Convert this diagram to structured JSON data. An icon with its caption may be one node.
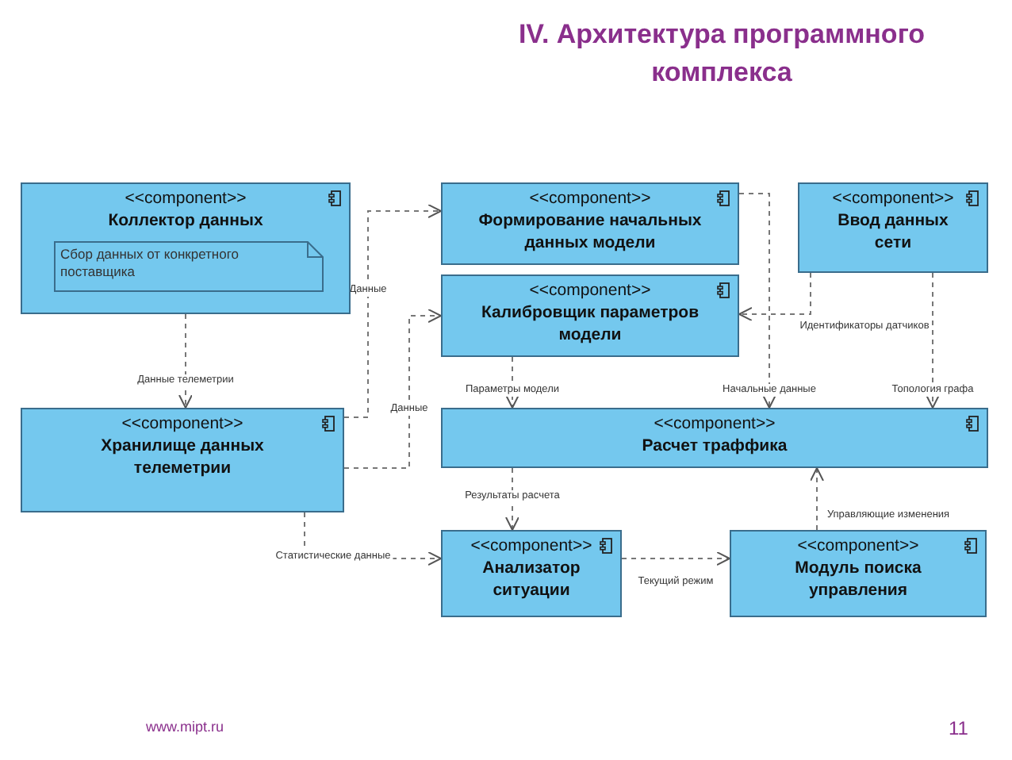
{
  "diagram": {
    "title": "IV. Архитектура программного комплекса",
    "nodes": [
      {
        "text": [
          "<<component>>",
          "Коллектор данных"
        ]
      },
      {
        "text": [
          "Сбор данных от конкретного поставщика"
        ],
        "in": 0
      },
      {
        "text": [
          "<<component>>",
          "Формирование начальных данных модели"
        ]
      },
      {
        "text": [
          "<<component>>",
          "Ввод данных сети"
        ]
      },
      {
        "text": [
          "<<component>>",
          "Калибровщик параметров модели"
        ]
      },
      {
        "text": [
          "<<component>>",
          "Хранилище данных телеметрии"
        ]
      },
      {
        "text": [
          "<<component>>",
          "Расчет траффика"
        ]
      },
      {
        "text": [
          "<<component>>",
          "Анализатор ситуации"
        ]
      },
      {
        "text": [
          "<<component>>",
          "Модуль поиска управления"
        ]
      }
    ],
    "edges": [
      {
        "from": 0,
        "to": 5,
        "arrow": "to",
        "label": "Данные телеметрии",
        "style": "dashed"
      },
      {
        "from": 5,
        "to": 2,
        "arrow": "to",
        "label": "Данные",
        "style": "dashed"
      },
      {
        "from": 5,
        "to": 4,
        "arrow": "to",
        "label": "Данные",
        "style": "dashed"
      },
      {
        "from": 2,
        "to": 6,
        "arrow": "to",
        "label": "Начальные данные",
        "style": "dashed"
      },
      {
        "from": 3,
        "to": 4,
        "arrow": "to",
        "label": "Идентификаторы датчиков",
        "style": "dashed"
      },
      {
        "from": 3,
        "to": 6,
        "arrow": "to",
        "label": "Топология графа",
        "style": "dashed"
      },
      {
        "from": 4,
        "to": 6,
        "arrow": "to",
        "label": "Параметры модели",
        "style": "dashed"
      },
      {
        "from": 6,
        "to": 7,
        "arrow": "to",
        "label": "Результаты расчета",
        "style": "dashed"
      },
      {
        "from": 5,
        "to": 7,
        "arrow": "to",
        "label": "Статистические данные",
        "style": "dashed"
      },
      {
        "from": 7,
        "to": 8,
        "arrow": "to",
        "label": "Текущий режим",
        "style": "dashed"
      },
      {
        "from": 8,
        "to": 6,
        "arrow": "to",
        "label": "Управляющие изменения",
        "style": "dashed"
      }
    ],
    "labels": [
      "www.mipt.ru",
      "11"
    ]
  }
}
